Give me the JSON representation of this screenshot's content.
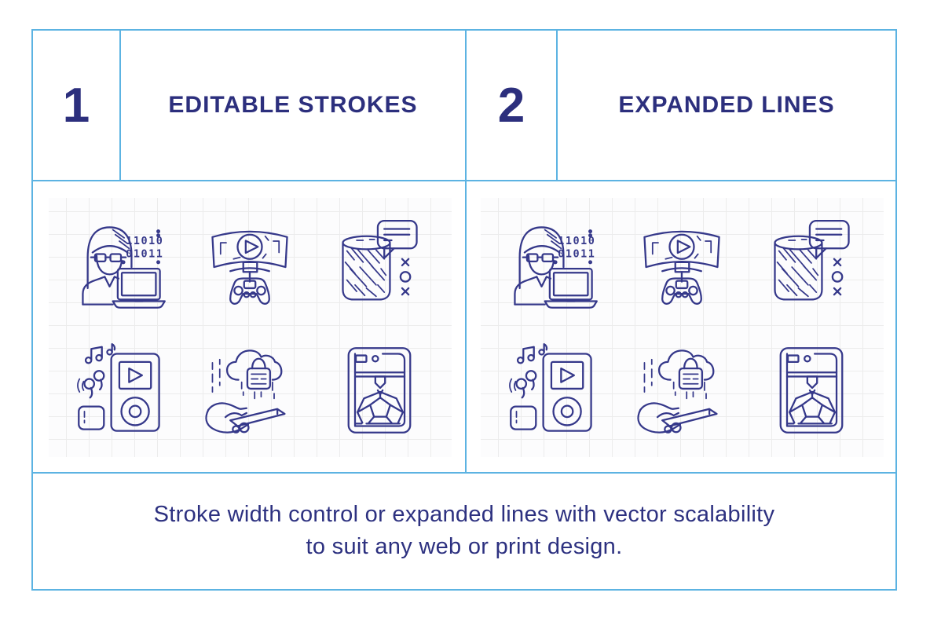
{
  "colors": {
    "frame_border": "#5cb3e2",
    "heading_text": "#2c2f7d",
    "caption_text": "#2d3180",
    "icon_stroke": "#35388a",
    "panel_background": "#fcfcfd",
    "panel_grid_line": "#ececec"
  },
  "sections": [
    {
      "number": "1",
      "title": "EDITABLE STROKES"
    },
    {
      "number": "2",
      "title": "EXPANDED LINES"
    }
  ],
  "icons": {
    "labels": [
      "female-programmer-with-laptop-and-binary-code",
      "cloud-gaming-screen-with-controller",
      "smart-speaker-with-chat-bubble",
      "portable-media-player-with-wireless-earbuds",
      "cloud-data-protection-in-hand",
      "3d-printer-printing-dodecahedron"
    ],
    "binary_line1": "11010",
    "binary_line2": "01011"
  },
  "caption": {
    "line1": "Stroke width control or expanded lines with vector scalability",
    "line2": "to suit any web or print design."
  }
}
